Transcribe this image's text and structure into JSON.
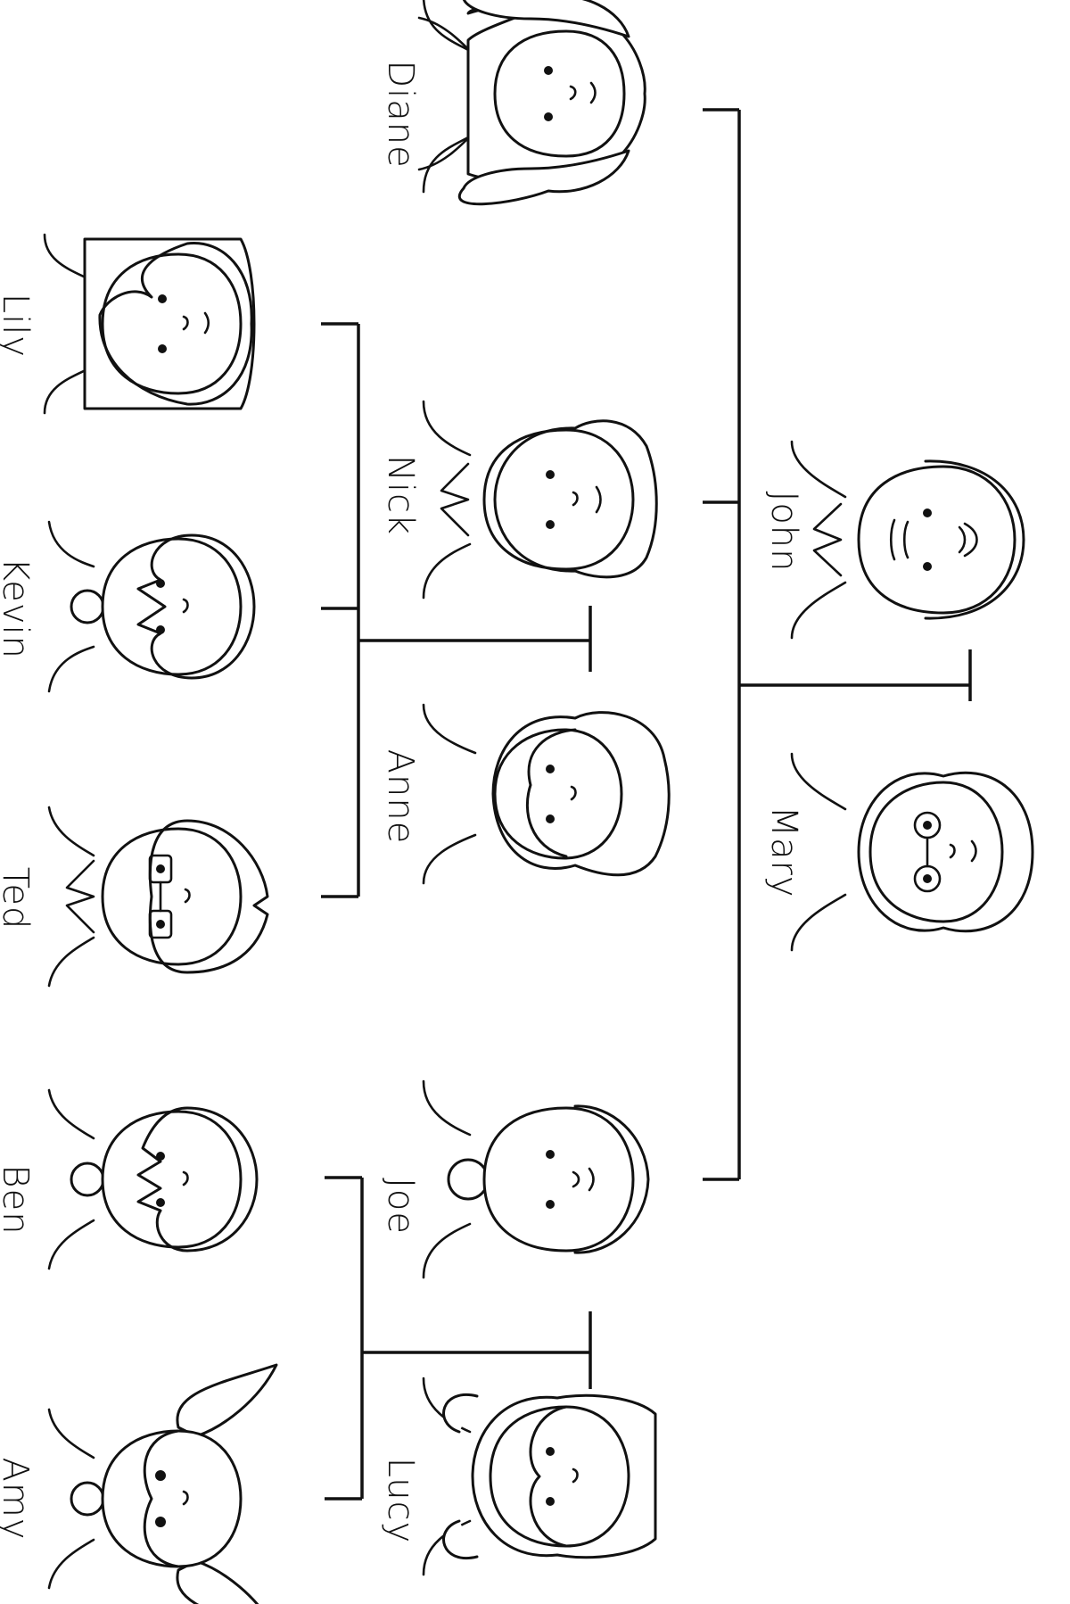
{
  "people": {
    "diane": "Diane",
    "nick": "Nick",
    "john": "John",
    "mary": "Mary",
    "anne": "Anne",
    "joe": "Joe",
    "lucy": "Lucy",
    "lily": "Lily",
    "kevin": "Kevin",
    "ted": "Ted",
    "ben": "Ben",
    "amy": "Amy"
  },
  "icons": {
    "portrait": "face-portrait-icon"
  }
}
